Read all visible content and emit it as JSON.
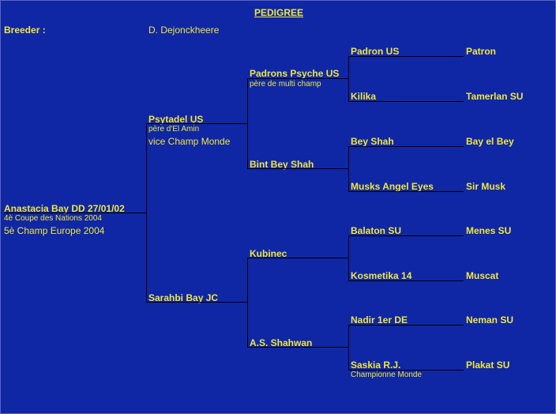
{
  "title": "PEDIGREE",
  "breeder_label": "Breeder :",
  "breeder_name": "D. Dejonckheere",
  "subject": {
    "name": "Anastacia Bay DD 27/01/02",
    "note1": "4è Coupe des Nations 2004",
    "note2": "5è Champ Europe 2004"
  },
  "sire": {
    "name": "Psytadel US",
    "note1": "père d'El Amin",
    "note2": "vice Champ Monde"
  },
  "dam": {
    "name": "Sarahbi Bay JC"
  },
  "grandparents": {
    "sire_sire": {
      "name": "Padrons Psyche US",
      "note": "père de multi champ"
    },
    "sire_dam": {
      "name": "Bint Bey Shah"
    },
    "dam_sire": {
      "name": "Kubinec"
    },
    "dam_dam": {
      "name": "A.S. Shahwan"
    }
  },
  "great_grandparents": [
    "Padron US",
    "Kilika",
    "Bey Shah",
    "Musks Angel Eyes",
    "Balaton SU",
    "Kosmetika 14",
    "Nadir 1er DE",
    "Saskia R.J."
  ],
  "great_grandparent_note": "Championne Monde",
  "gen4": [
    "Patron",
    "Tamerlan SU",
    "Bay el Bey",
    "Sir Musk",
    "Menes SU",
    "Muscat",
    "Neman SU",
    "Plakat SU"
  ]
}
